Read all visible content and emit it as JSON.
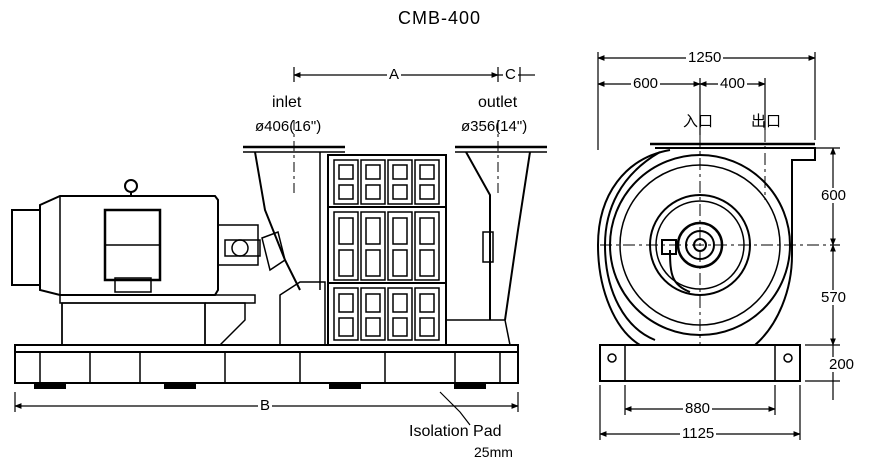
{
  "title": "CMB-400",
  "side_view": {
    "dim_a": "A",
    "dim_b": "B",
    "dim_c": "C",
    "inlet_label": "inlet",
    "inlet_size": "ø406(16\")",
    "outlet_label": "outlet",
    "outlet_size": "ø356(14\")",
    "pad_label": "Isolation Pad",
    "pad_thickness": "25mm"
  },
  "front_view": {
    "width_total": "1250",
    "width_inlet": "600",
    "width_outlet": "400",
    "inlet_cn": "入口",
    "outlet_cn": "出口",
    "height_upper": "600",
    "height_lower": "570",
    "height_base": "200",
    "base_inner": "880",
    "base_outer": "1125"
  }
}
